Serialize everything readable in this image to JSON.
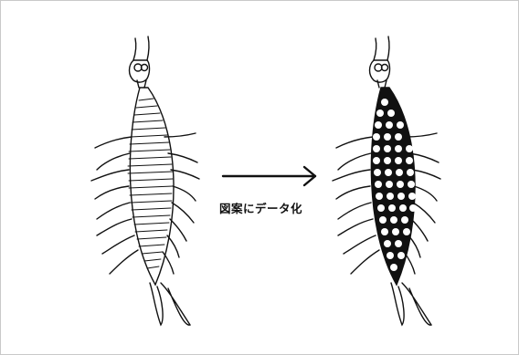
{
  "caption": "図案にデータ化",
  "colors": {
    "ink": "#111111",
    "background": "#ffffff",
    "border": "#c9c9c9"
  },
  "figures": [
    "sketch-drawing",
    "patterned-silhouette"
  ],
  "arrow": "right-arrow"
}
